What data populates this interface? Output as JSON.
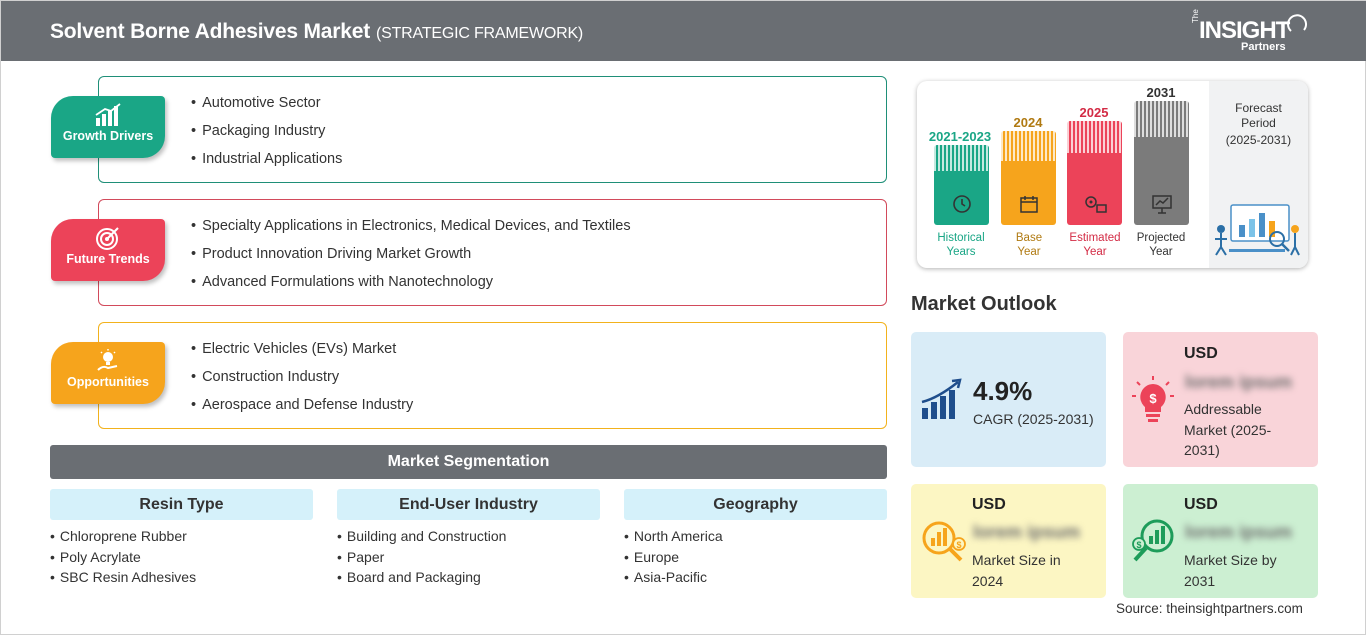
{
  "header": {
    "title": "Solvent Borne Adhesives Market",
    "subtitle": "(STRATEGIC FRAMEWORK)",
    "logo": {
      "the": "The",
      "insight": "INSIGHT",
      "partners": "Partners"
    }
  },
  "drivers": [
    {
      "label": "Growth Drivers",
      "icon": "growth-chart-icon",
      "color": "#1aa686",
      "border": "#1f8f78",
      "items": [
        "Automotive Sector",
        "Packaging Industry",
        "Industrial Applications"
      ]
    },
    {
      "label": "Future Trends",
      "icon": "target-icon",
      "color": "#ec4359",
      "border": "#d24a5b",
      "items": [
        "Specialty Applications in Electronics, Medical Devices, and Textiles",
        "Product Innovation Driving Market Growth",
        "Advanced Formulations with Nanotechnology"
      ]
    },
    {
      "label": "Opportunities",
      "icon": "lightbulb-hand-icon",
      "color": "#f6a41c",
      "border": "#f2b21d",
      "items": [
        "Electric Vehicles (EVs) Market",
        "Construction Industry",
        "Aerospace and Defense Industry"
      ]
    }
  ],
  "segmentation": {
    "title": "Market Segmentation",
    "columns": [
      {
        "head": "Resin Type",
        "items": [
          "Chloroprene Rubber",
          "Poly Acrylate",
          "SBC Resin Adhesives"
        ]
      },
      {
        "head": "End-User Industry",
        "items": [
          "Building and Construction",
          "Paper",
          "Board and Packaging"
        ]
      },
      {
        "head": "Geography",
        "items": [
          "North America",
          "Europe",
          "Asia-Pacific"
        ]
      }
    ]
  },
  "timeline": {
    "bars": [
      {
        "year": "2021-2023",
        "label_line1": "Historical",
        "label_line2": "Years",
        "color": "#1aa686",
        "icon": "history-clock-icon"
      },
      {
        "year": "2024",
        "label_line1": "Base",
        "label_line2": "Year",
        "color": "#f6a41c",
        "icon": "calendar-icon"
      },
      {
        "year": "2025",
        "label_line1": "Estimated",
        "label_line2": "Year",
        "color": "#ec4359",
        "icon": "estimate-gear-icon"
      },
      {
        "year": "2031",
        "label_line1": "Projected",
        "label_line2": "Year",
        "color": "#7b7b7b",
        "icon": "presentation-chart-icon"
      }
    ],
    "forecast": {
      "line1": "Forecast",
      "line2": "Period",
      "years": "(2025-2031)"
    }
  },
  "outlook": {
    "title": "Market Outlook",
    "cagr": {
      "value": "4.9%",
      "label": "CAGR (2025-2031)",
      "color": "#d9ecf7"
    },
    "addressable": {
      "currency": "USD",
      "amount": "lorem ipsum",
      "label": "Addressable Market (2025-2031)",
      "color": "#f9d4d9"
    },
    "size2024": {
      "currency": "USD",
      "amount": "lorem ipsum",
      "label": "Market Size in 2024",
      "color": "#fcf6c3"
    },
    "size2031": {
      "currency": "USD",
      "amount": "lorem ipsum",
      "label": "Market Size by 2031",
      "color": "#ccefd2"
    }
  },
  "source": "Source: theinsightpartners.com"
}
